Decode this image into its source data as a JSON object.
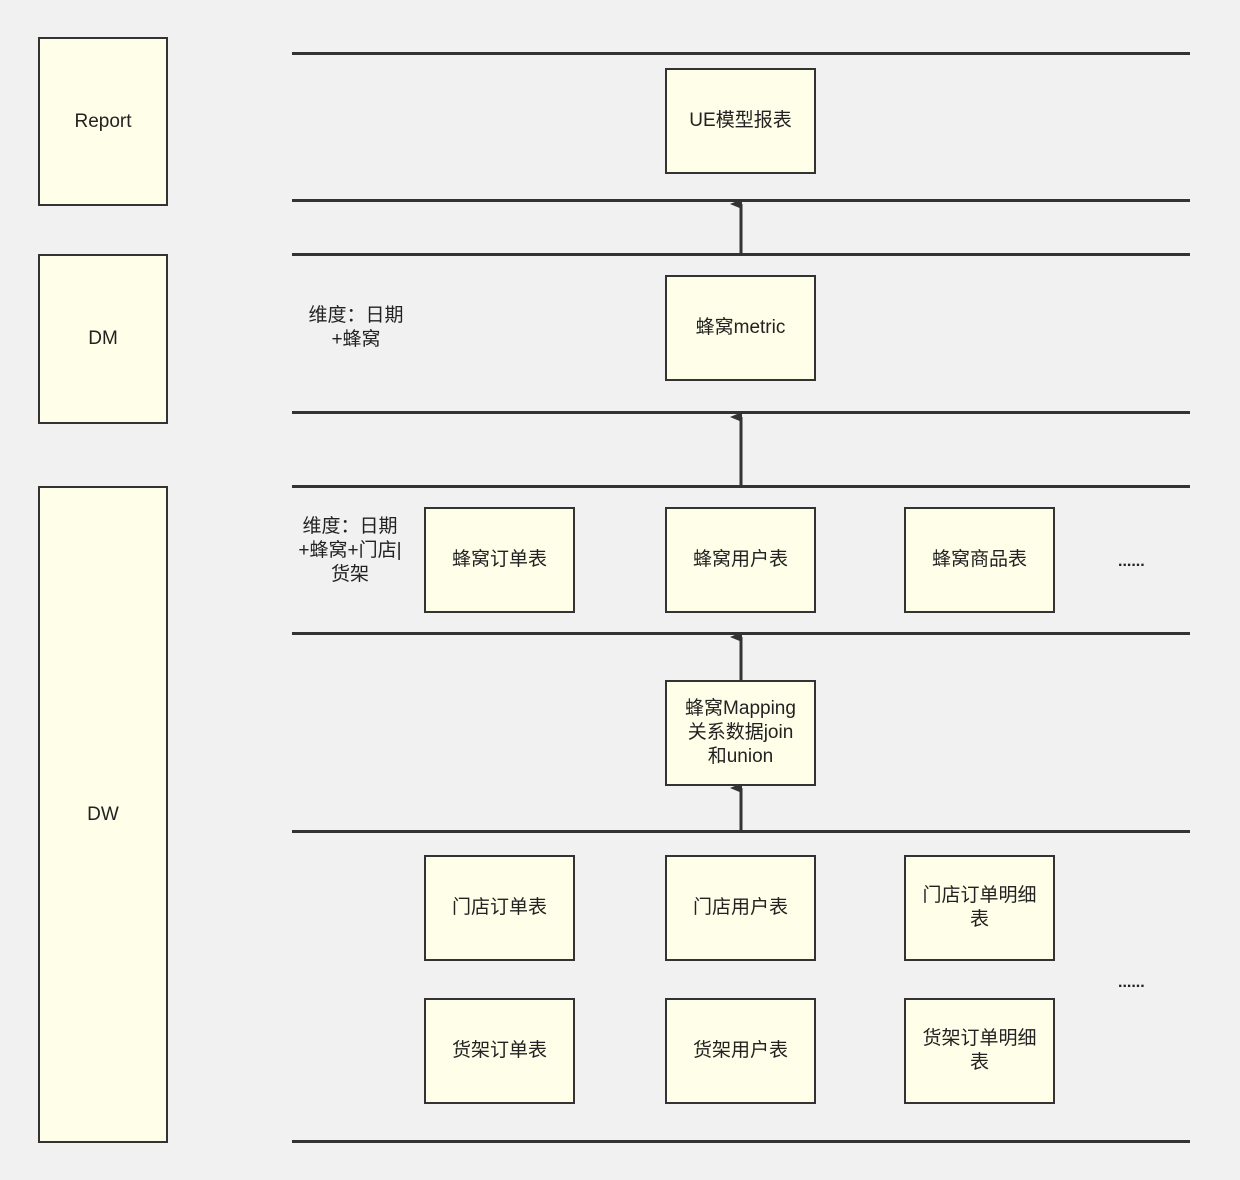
{
  "layers": {
    "report": "Report",
    "dm": "DM",
    "dw": "DW"
  },
  "nodes": {
    "ue_report": "UE模型报表",
    "hive_metric": "蜂窝metric",
    "hive_order": "蜂窝订单表",
    "hive_user": "蜂窝用户表",
    "hive_goods": "蜂窝商品表",
    "hive_mapping": "蜂窝Mapping\n关系数据join\n和union",
    "store_order": "门店订单表",
    "store_user": "门店用户表",
    "store_order_detail": "门店订单明细\n表",
    "shelf_order": "货架订单表",
    "shelf_user": "货架用户表",
    "shelf_order_detail": "货架订单明细\n表"
  },
  "annotations": {
    "dm_dimension": "维度：日期\n+蜂窝",
    "dw_dimension": "维度：日期\n+蜂窝+门店|\n货架",
    "more_dw_top": "......",
    "more_dw_bottom": "......"
  },
  "colors": {
    "box_fill": "#fefee9",
    "line": "#333333",
    "background": "#f1f1f1"
  }
}
